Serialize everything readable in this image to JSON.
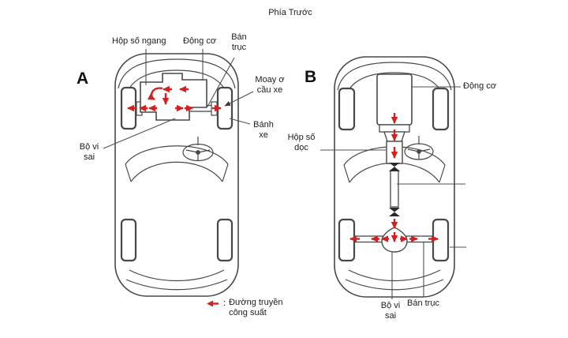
{
  "title": "Phía Trước",
  "diagram_a": {
    "letter": "A",
    "labels": {
      "transverse_gearbox": "Hộp số ngang",
      "engine": "Động cơ",
      "half_shaft": "Bán trục",
      "wheel_hub": "Moay ơ cầu xe",
      "wheel": "Bánh xe",
      "differential": "Bộ vi sai"
    }
  },
  "diagram_b": {
    "letter": "B",
    "labels": {
      "engine": "Động cơ",
      "longitudinal_gearbox": "Hộp số dọc",
      "differential": "Bộ vi sai",
      "half_shaft": "Bán trục"
    }
  },
  "legend": {
    "separator": ":",
    "label": "Đường truyền công suất"
  },
  "colors": {
    "line_art": "#484848",
    "power_flow_red": "#d42020",
    "text": "#1c1c1c",
    "background": "#ffffff"
  }
}
